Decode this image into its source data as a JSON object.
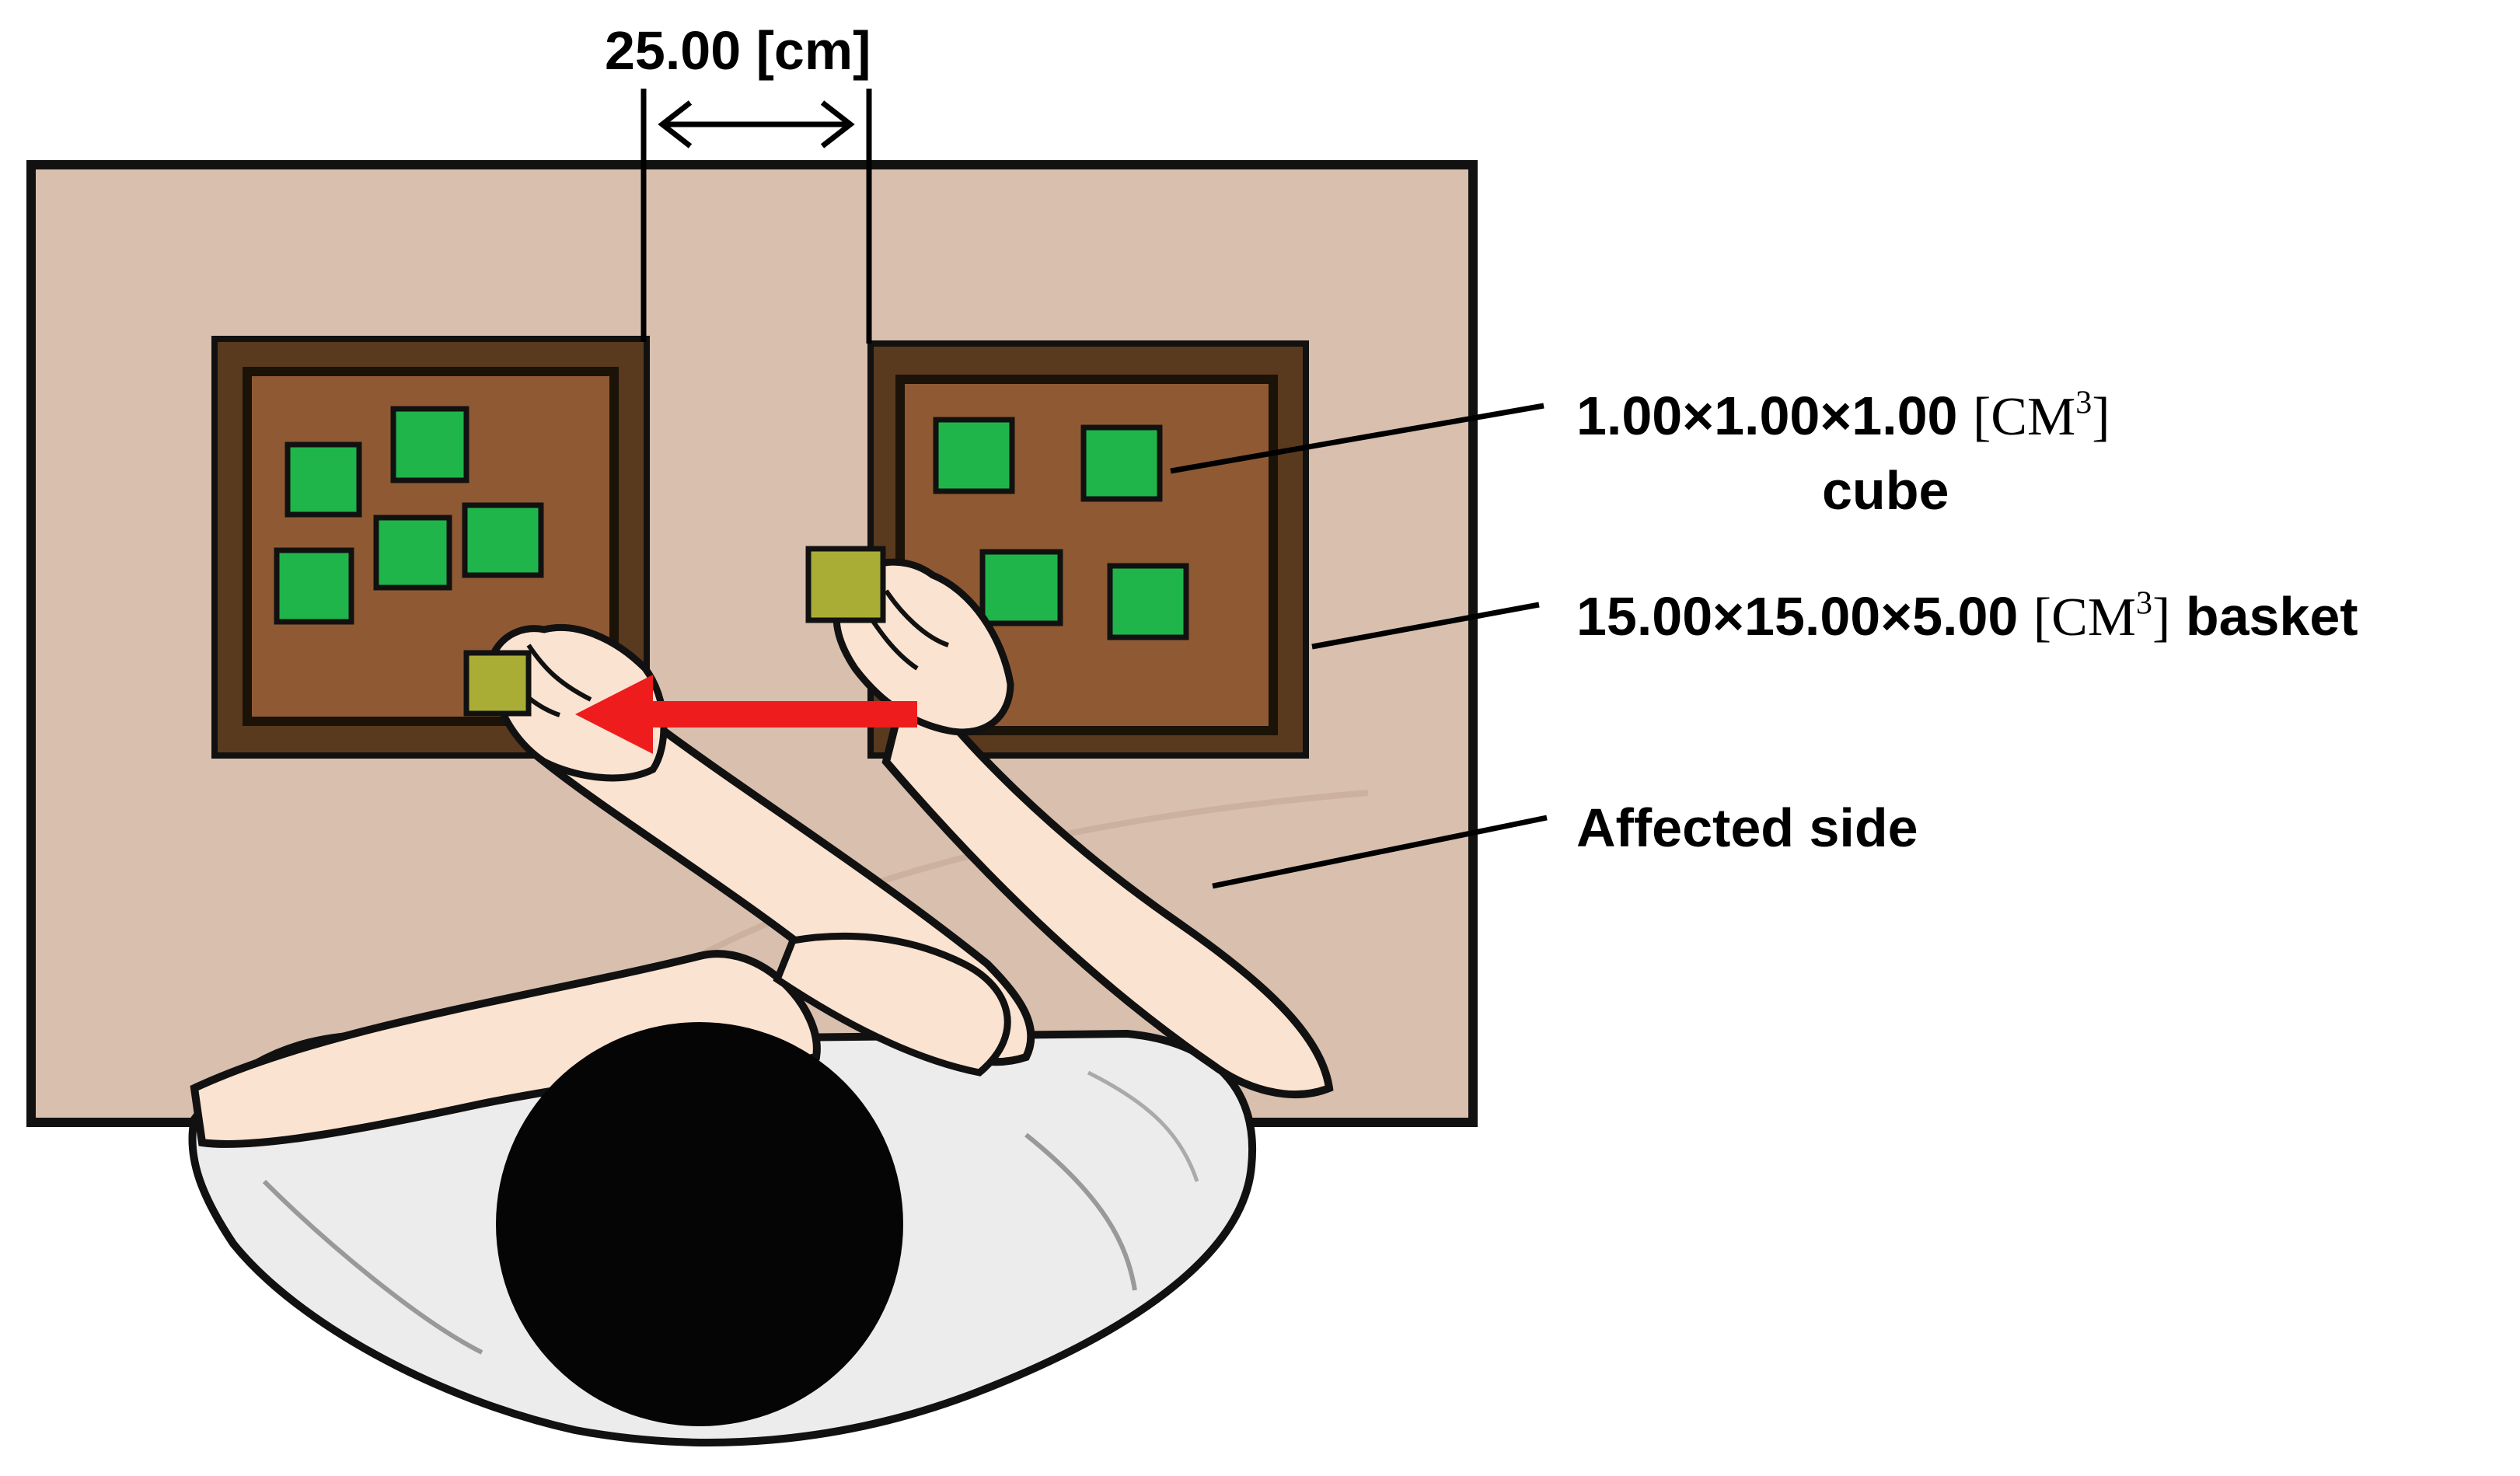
{
  "dimension": {
    "value": "25.00",
    "unit": "[cm]"
  },
  "cube_label": {
    "dims": "1.00×1.00×1.00",
    "unit_open": "[",
    "unit": "CM",
    "exponent": "3",
    "unit_close": "]",
    "name": "cube"
  },
  "basket_label": {
    "dims": "15.00×15.00×5.00",
    "unit_open": "[",
    "unit": "CM",
    "exponent": "3",
    "unit_close": "]",
    "name": "basket"
  },
  "side_label": {
    "text": "Affected side"
  },
  "colors": {
    "table": "#d9bfae",
    "basket_frame": "#5a3a1e",
    "basket_inner": "#8f5a33",
    "cube_green": "#1fb54a",
    "cube_held": "#a9ad35",
    "arrow": "#ee1c1c",
    "skin": "#fbe3d1",
    "hair": "#050505",
    "shirt": "#ececec"
  },
  "icons": [
    "double-arrow-icon",
    "red-arrow-icon"
  ]
}
